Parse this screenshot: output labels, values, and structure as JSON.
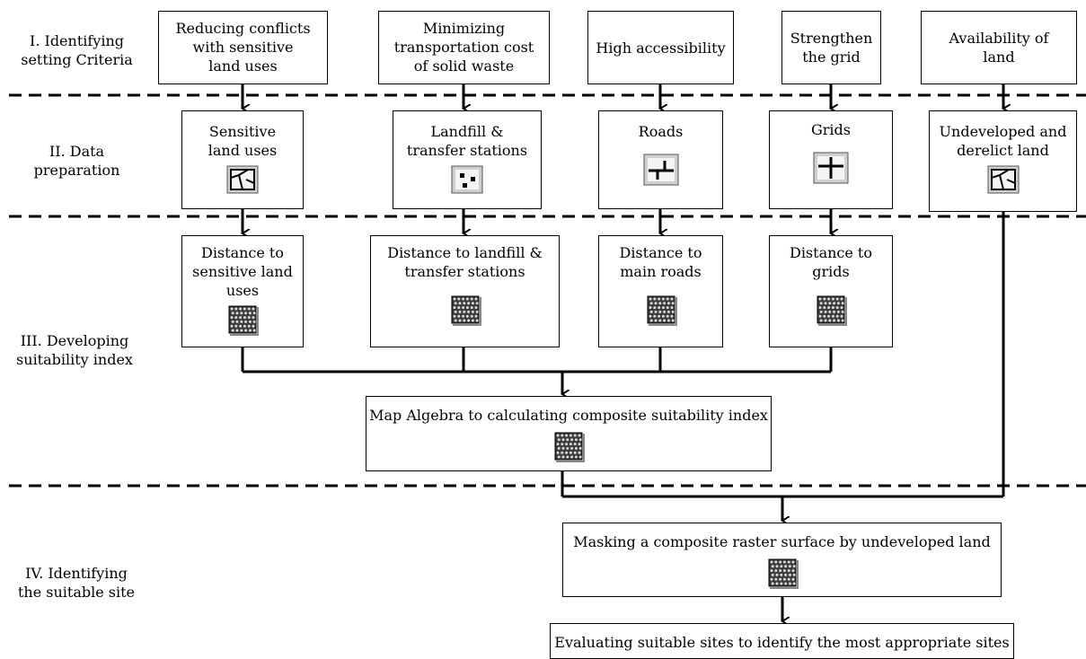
{
  "stages": [
    {
      "label": "I. Identifying\nsetting Criteria"
    },
    {
      "label": "II. Data\npreparation"
    },
    {
      "label": "III. Developing\nsuitability index"
    },
    {
      "label": "IV. Identifying\nthe suitable site"
    }
  ],
  "criteria": [
    "Reducing conflicts\nwith sensitive\nland uses",
    "Minimizing\ntransportation cost\nof solid waste",
    "High accessibility",
    "Strengthen\nthe grid",
    "Availability of\nland"
  ],
  "data_layers": [
    {
      "label": "Sensitive\nland uses",
      "icon": "polygon-layer-icon"
    },
    {
      "label": "Landfill &\ntransfer stations",
      "icon": "point-layer-icon"
    },
    {
      "label": "Roads",
      "icon": "line-layer-icon"
    },
    {
      "label": "Grids",
      "icon": "line-layer-icon"
    },
    {
      "label": "Undeveloped and\nderelict land",
      "icon": "polygon-layer-icon"
    }
  ],
  "distance_layers": [
    {
      "label": "Distance to\nsensitive land\nuses",
      "icon": "raster-icon"
    },
    {
      "label": "Distance to landfill &\ntransfer stations",
      "icon": "raster-icon"
    },
    {
      "label": "Distance to\nmain roads",
      "icon": "raster-icon"
    },
    {
      "label": "Distance to\ngrids",
      "icon": "raster-icon"
    }
  ],
  "map_algebra": {
    "label": "Map Algebra to calculating composite suitability index",
    "icon": "raster-icon"
  },
  "masking": {
    "label": "Masking a composite raster surface by undeveloped land",
    "icon": "raster-icon"
  },
  "evaluation": {
    "label": "Evaluating suitable sites to identify the most appropriate sites"
  }
}
